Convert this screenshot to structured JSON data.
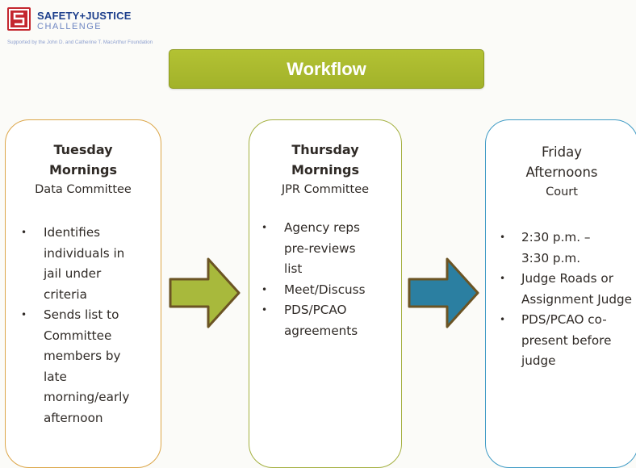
{
  "logo": {
    "title": "SAFETY+JUSTICE",
    "subtitle": "CHALLENGE",
    "support": "Supported by the John D. and Catherine T. MacArthur Foundation",
    "colors": {
      "mark": "#c4262e",
      "title": "#1d3f8c"
    }
  },
  "banner": {
    "label": "Workflow",
    "color": "#aab92f"
  },
  "columns": [
    {
      "title": [
        "Tuesday",
        "Mornings"
      ],
      "subtitle": "Data Committee",
      "border_color": "#dca648",
      "items": [
        "Identifies individuals in jail under criteria",
        "Sends list to Committee members by late morning/early afternoon"
      ]
    },
    {
      "title": [
        "Thursday",
        "Mornings"
      ],
      "subtitle": "JPR Committee",
      "border_color": "#a4b040",
      "items": [
        "Agency reps pre-reviews list",
        "Meet/Discuss",
        "PDS/PCAO agreements"
      ]
    },
    {
      "title": [
        "Friday",
        "Afternoons"
      ],
      "subtitle": "Court",
      "border_color": "#3f9bc5",
      "items": [
        "2:30 p.m. – 3:30 p.m.",
        "Judge Roads or Assignment Judge",
        "PDS/PCAO co-present before judge"
      ]
    }
  ],
  "arrows": [
    {
      "icon": "right-arrow-icon",
      "fill": "#a8b93c",
      "stroke": "#6b5424"
    },
    {
      "icon": "right-arrow-icon",
      "fill": "#2b7fa1",
      "stroke": "#6b5424"
    }
  ]
}
